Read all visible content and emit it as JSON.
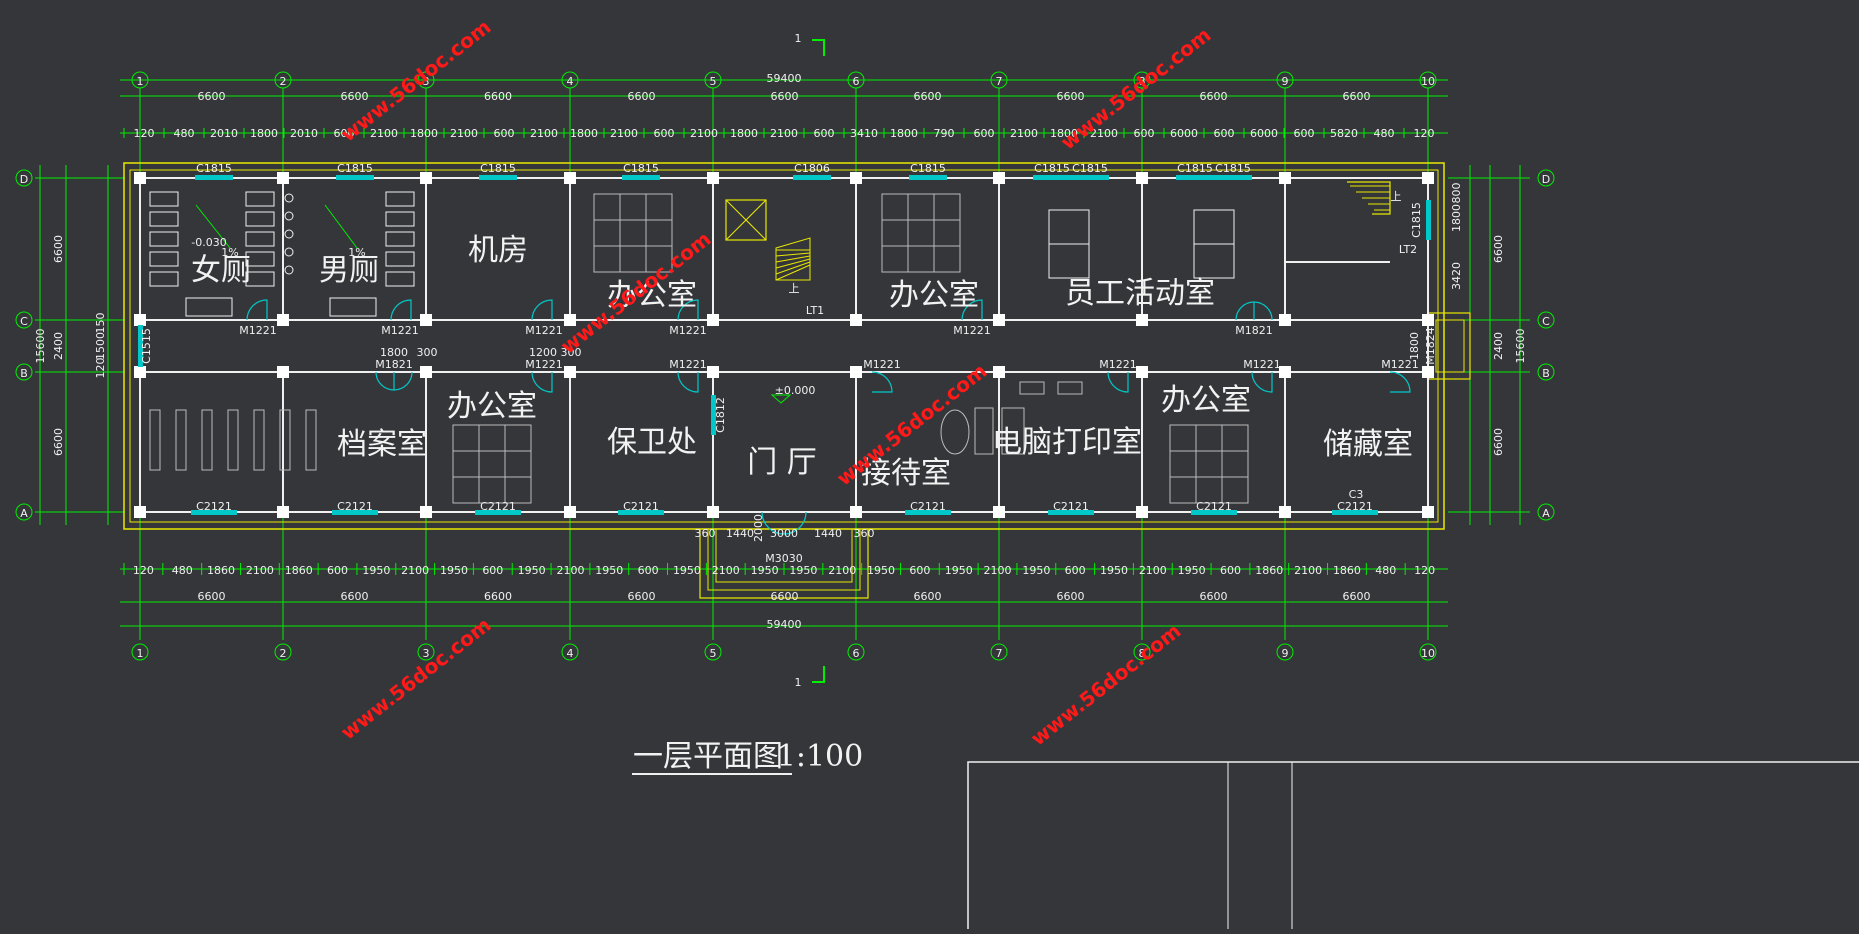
{
  "drawing": {
    "title": "一层平面图",
    "scale": "1:100",
    "section_mark": "1",
    "elevation": "±0.000",
    "slope_label": "1%",
    "floor_drop": "-0.030",
    "stair_up_mark": "上"
  },
  "grid": {
    "columns": [
      "1",
      "2",
      "3",
      "4",
      "5",
      "6",
      "7",
      "8",
      "9",
      "10"
    ],
    "rows": [
      "D",
      "C",
      "B",
      "A"
    ]
  },
  "dims": {
    "total": "59400",
    "bays": [
      "6600",
      "6600",
      "6600",
      "6600",
      "6600",
      "6600",
      "6600",
      "6600",
      "6600"
    ],
    "top_detail": [
      "120",
      "480",
      "2010",
      "1800",
      "2010",
      "600",
      "2100",
      "1800",
      "2100",
      "600",
      "2100",
      "1800",
      "2100",
      "600",
      "2100",
      "1800",
      "2100",
      "600",
      "3410",
      "1800",
      "790",
      "600",
      "2100",
      "1800",
      "2100",
      "600",
      "6000",
      "600",
      "6000",
      "600",
      "5820",
      "480",
      "120"
    ],
    "bottom_detail": [
      "120",
      "480",
      "1860",
      "2100",
      "1860",
      "600",
      "1950",
      "2100",
      "1950",
      "600",
      "1950",
      "2100",
      "1950",
      "600",
      "1950",
      "2100",
      "1950",
      "1950",
      "2100",
      "1950",
      "600",
      "1950",
      "2100",
      "1950",
      "600",
      "1950",
      "2100",
      "1950",
      "600",
      "1860",
      "2100",
      "1860",
      "480",
      "120"
    ],
    "porch": [
      "360",
      "1440",
      "3000",
      "1440",
      "360",
      "2000"
    ],
    "left_outer": [
      "6600",
      "2400",
      "6600"
    ],
    "left_total": "15600",
    "left_mid": [
      "150",
      "1500",
      "120"
    ],
    "right_outer": [
      "6600",
      "2400",
      "6600"
    ],
    "right_total": "15600",
    "right_inner": [
      "800",
      "1800",
      "3420",
      "1800"
    ],
    "corridor_doors": [
      "1800",
      "300",
      "1200",
      "300"
    ]
  },
  "rooms": {
    "women_wc": "女厕",
    "men_wc": "男厕",
    "machine_room": "机房",
    "office_1": "办公室",
    "office_2": "办公室",
    "activity_room": "员工活动室",
    "archive": "档案室",
    "office_3": "办公室",
    "security": "保卫处",
    "hall": "门 厅",
    "reception": "接待室",
    "computer_print": "电脑打印室",
    "office_4": "办公室",
    "storage": "储藏室",
    "stair_lt1": "LT1",
    "stair_lt2": "LT2"
  },
  "windows": {
    "top": [
      "C1815",
      "C1815",
      "C1815",
      "C1815",
      "C1806",
      "C1815",
      "C1815",
      "C1815",
      "C1815",
      "C1815"
    ],
    "bottom": [
      "C2121",
      "C2121",
      "C2121",
      "C2121",
      "C2121",
      "C2121",
      "C2121",
      "C2121"
    ],
    "side_left": "C1515",
    "side_right": "C1815",
    "hall_side": "C1812",
    "c3": "C3"
  },
  "doors": {
    "m1221": "M1221",
    "m1821": "M1821",
    "m3030": "M3030",
    "m1824": "M1824"
  },
  "watermark": "www.56doc.com",
  "colors": {
    "background": "#35363a",
    "dimension": "#00ee00",
    "wall": "#f0f0f0",
    "window": "#00c8c8",
    "outline": "#e8e800",
    "watermark": "#ff1a1a"
  }
}
